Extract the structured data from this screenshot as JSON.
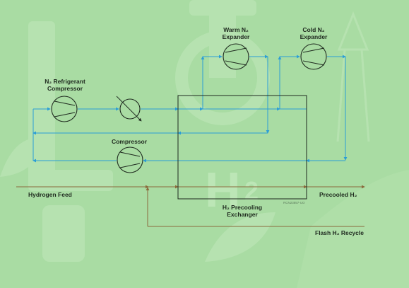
{
  "labels": {
    "n2_refrigerant_compressor_line1": "N₂ Refrigerant",
    "n2_refrigerant_compressor_line2": "Compressor",
    "warm_expander_line1": "Warm N₂",
    "warm_expander_line2": "Expander",
    "cold_expander_line1": "Cold N₂",
    "cold_expander_line2": "Expander",
    "compressor": "Compressor",
    "hydrogen_feed": "Hydrogen Feed",
    "precooled_h2": "Precooled H₂",
    "exchanger_line1": "H₂ Precooling",
    "exchanger_line2": "Exchanger",
    "flash_recycle": "Flash H₂ Recycle",
    "figure_code": "RCN23857-UO"
  },
  "background": {
    "h2_mark": "H",
    "h2_subscript": "2"
  },
  "colors": {
    "background": "#a9dca3",
    "refrigerant_line": "#2b9ed6",
    "hydrogen_line": "#8a6a3c",
    "equipment_outline": "#1f2a1f",
    "text": "#1f2a1f"
  }
}
